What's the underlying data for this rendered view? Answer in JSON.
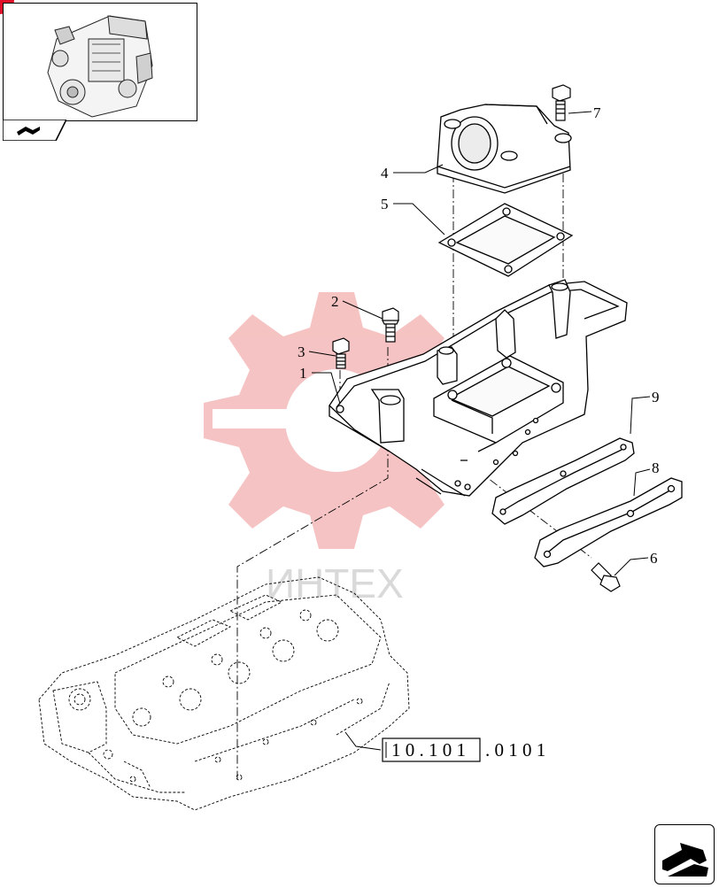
{
  "callouts": [
    {
      "id": "1",
      "label": "1"
    },
    {
      "id": "2",
      "label": "2"
    },
    {
      "id": "3",
      "label": "3"
    },
    {
      "id": "4",
      "label": "4"
    },
    {
      "id": "5",
      "label": "5"
    },
    {
      "id": "6",
      "label": "6"
    },
    {
      "id": "7",
      "label": "7"
    },
    {
      "id": "8",
      "label": "8"
    },
    {
      "id": "9",
      "label": "9"
    }
  ],
  "reference_code": {
    "boxed_part": "1 0 . 1 0 1",
    "trailing_part": ". 0 1 0 1"
  },
  "watermark": {
    "text": "ИНТЕХ",
    "gear_color": "#f4b9b9",
    "text_color": "#d9d9d9"
  },
  "colors": {
    "line": "#000000",
    "badge": "#e0102a"
  },
  "icons": {
    "thumbnail": "engine-thumbnail-icon",
    "tab": "book-arrow-icon",
    "nav": "next-page-arrow-icon"
  }
}
